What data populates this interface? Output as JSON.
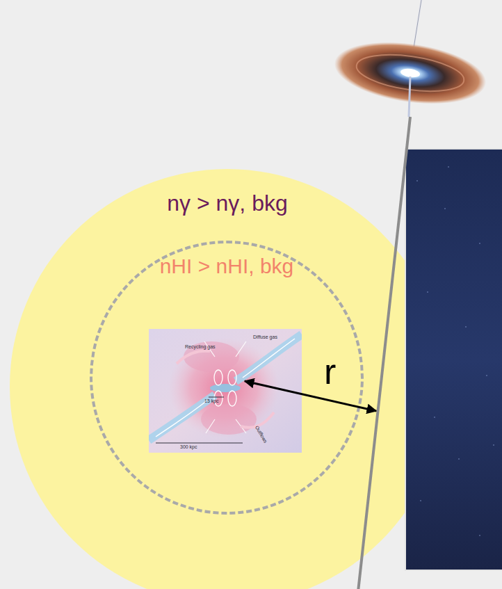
{
  "diagram": {
    "nodes": [
      {
        "text": [
          "nγ > nγ, bkg"
        ]
      },
      {
        "text": [
          "nHI > nHI, bkg"
        ],
        "in": 0
      },
      {
        "text": [
          "Diffuse gas",
          "Recycling gas",
          "15 kpc",
          "Outflows",
          "300 kpc"
        ],
        "in": 1
      }
    ],
    "labels": [
      "r"
    ]
  }
}
